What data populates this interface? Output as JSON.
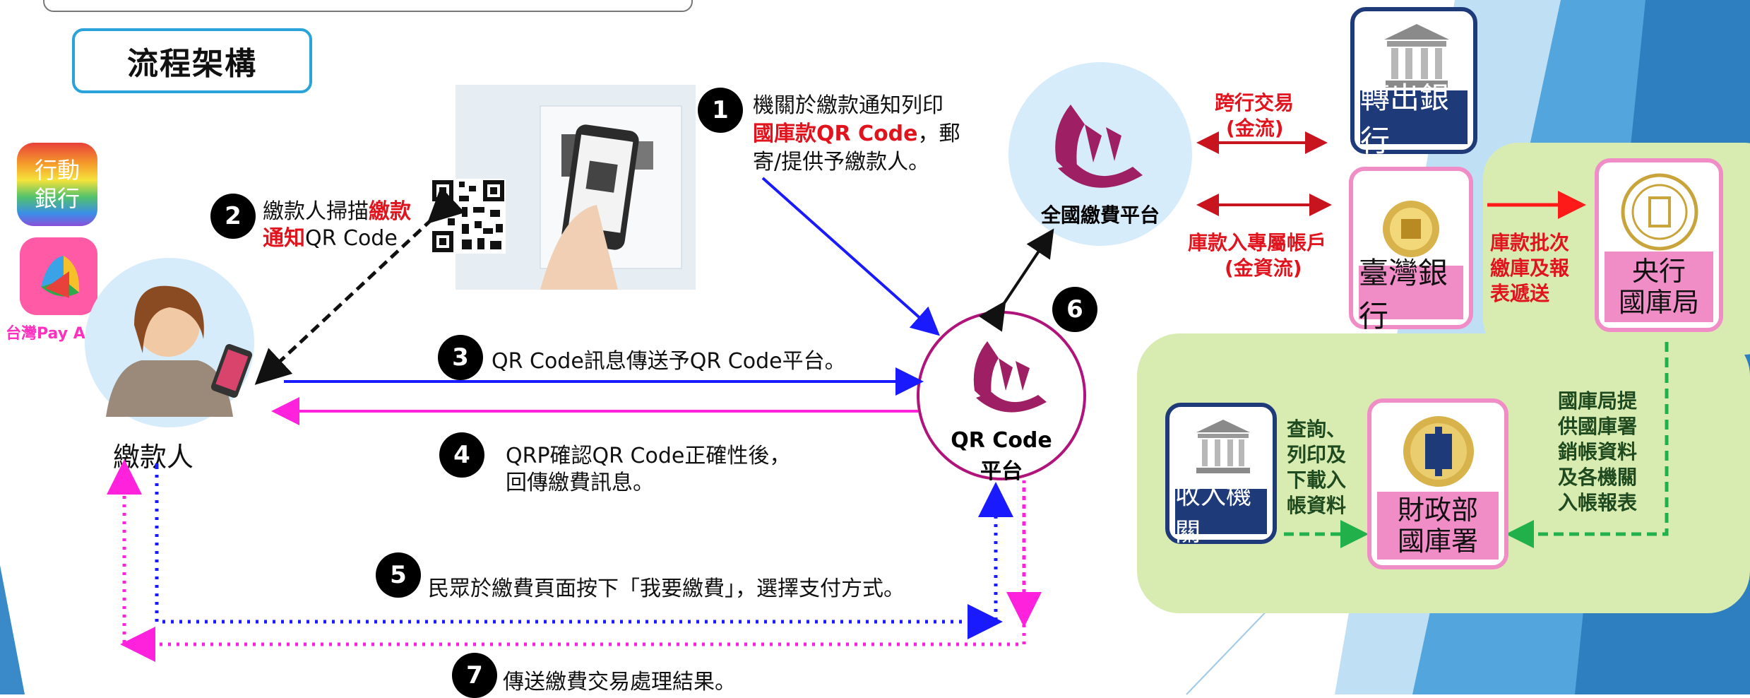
{
  "title": "流程架構",
  "apps": {
    "mobile_bank": [
      "行動",
      "銀行"
    ],
    "taiwan_pay": "台灣Pay APP"
  },
  "payer": {
    "label": "繳款人"
  },
  "steps": {
    "s1": {
      "num": "1",
      "line1": "機關於繳款通知列印",
      "line2_red": "國庫款QR Code",
      "line2_rest": "，郵",
      "line3": "寄/提供予繳款人。"
    },
    "s2": {
      "num": "2",
      "line1_pre": "繳款人掃描",
      "line1_red": "繳款",
      "line2_red": "通知",
      "line2_rest": "QR Code"
    },
    "s3": {
      "num": "3",
      "text": "QR Code訊息傳送予QR Code平台。"
    },
    "s4": {
      "num": "4",
      "line1": "QRP確認QR Code正確性後，",
      "line2": "回傳繳費訊息。"
    },
    "s5": {
      "num": "5",
      "text": "民眾於繳費頁面按下「我要繳費」，選擇支付方式。"
    },
    "s6": {
      "num": "6"
    },
    "s7": {
      "num": "7",
      "text": "傳送繳費交易處理結果。"
    }
  },
  "platforms": {
    "national": "全國繳費平台",
    "qr_line1": "QR Code",
    "qr_line2": "平台"
  },
  "flows": {
    "interbank_line1": "跨行交易",
    "interbank_line2": "(金流)",
    "treasury_acct_line1": "庫款入專屬帳戶",
    "treasury_acct_line2": "(金資流)",
    "batch": [
      "庫款批次",
      "繳庫及報",
      "表遞送"
    ],
    "query": [
      "查詢、",
      "列印及",
      "下載入",
      "帳資料"
    ],
    "provide": [
      "國庫局提",
      "供國庫署",
      "銷帳資料",
      "及各機關",
      "入帳報表"
    ]
  },
  "banks": {
    "transfer_out": "轉出銀行",
    "bank_of_taiwan": "臺灣銀行",
    "central_bank": [
      "央行",
      "國庫局"
    ],
    "revenue_agency": "收入機關",
    "mof_treasury": [
      "財政部",
      "國庫署"
    ]
  },
  "colors": {
    "blue_arrow": "#1a1aff",
    "magenta_arrow": "#ff22dd",
    "red_arrow": "#e1141e",
    "green_dash": "#22b04a",
    "title_border": "#29a3d9",
    "green_panel": "#d8ecb2",
    "brand_purple": "#9e1f63",
    "navy": "#1f3a78",
    "pink": "#f08dc6"
  }
}
